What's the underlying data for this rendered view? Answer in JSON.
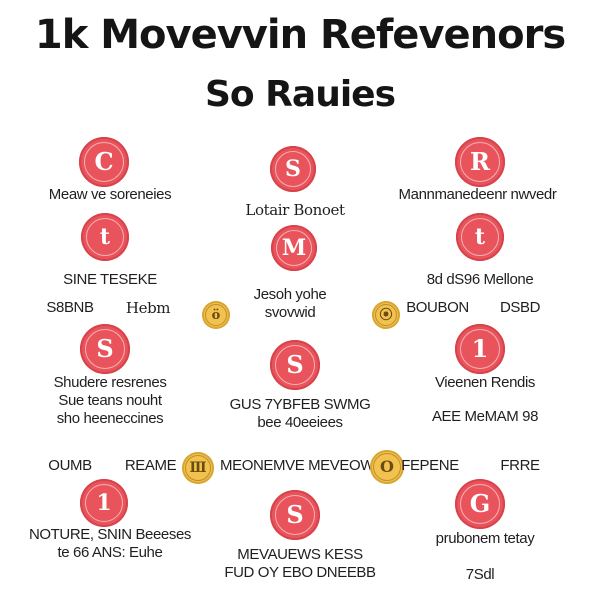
{
  "title": {
    "line1": "1k Movevvin Refevenors",
    "line2": "So Rauies"
  },
  "icons": [
    {
      "name": "red-badge-icon",
      "glyph": "C"
    },
    {
      "name": "red-badge-icon",
      "glyph": "S"
    },
    {
      "name": "red-badge-icon",
      "glyph": "R"
    },
    {
      "name": "red-badge-icon",
      "glyph": "t"
    },
    {
      "name": "red-badge-icon",
      "glyph": "M"
    },
    {
      "name": "red-badge-icon",
      "glyph": "t"
    },
    {
      "name": "gold-badge-icon",
      "glyph": "ö"
    },
    {
      "name": "gold-badge-icon",
      "glyph": "⦿"
    },
    {
      "name": "red-badge-icon",
      "glyph": "S"
    },
    {
      "name": "red-badge-icon",
      "glyph": "S"
    },
    {
      "name": "red-badge-icon",
      "glyph": "1"
    },
    {
      "name": "gold-badge-icon",
      "glyph": "Ⅲ"
    },
    {
      "name": "gold-badge-icon",
      "glyph": "O"
    },
    {
      "name": "red-badge-icon",
      "glyph": "1"
    },
    {
      "name": "red-badge-icon",
      "glyph": "S"
    },
    {
      "name": "red-badge-icon",
      "glyph": "G"
    }
  ],
  "labels": {
    "r1_left": "Meaw ve soreneies",
    "r1_mid": "Lotair Bonoet",
    "r1_right": "Mannmanedeenr nwvedr",
    "r2_left": "SINE TESEKE",
    "r2_right": "8d dS96 Mellone",
    "r3_left_a": "S8BNB",
    "r3_left_b": "Hebm",
    "r3_mid_a": "Jesoh yohe",
    "r3_mid_b": "svovwid",
    "r3_right_a": "BOUBON",
    "r3_right_b": "DSBD",
    "r4_left_a": "Shudere resrenes",
    "r4_left_b": "Sue teans nouht",
    "r4_left_c": "sho heeneccines",
    "r4_mid_a": "GUS 7YBFEB SWMG",
    "r4_mid_b": "bee 40eeiees",
    "r4_right_a": "Vieenen Rendis",
    "r4_right_b": "AEE MeMAM 98",
    "r5_left_a": "OUMB",
    "r5_left_b": "REAME",
    "r5_mid": "MEONEMVE MEVEOWE",
    "r5_right_a": "FEPENE",
    "r5_right_b": "FRRE",
    "r6_left_a": "NOTURE, SNIN Beeeses",
    "r6_left_b": "te 66 ANS: Euhe",
    "r6_mid_a": "MEVAUEWS KESS",
    "r6_mid_b": "FUD OY EBO DNEEBB",
    "r6_right_a": "prubonem tetay",
    "r6_right_b": "7Sdl"
  }
}
